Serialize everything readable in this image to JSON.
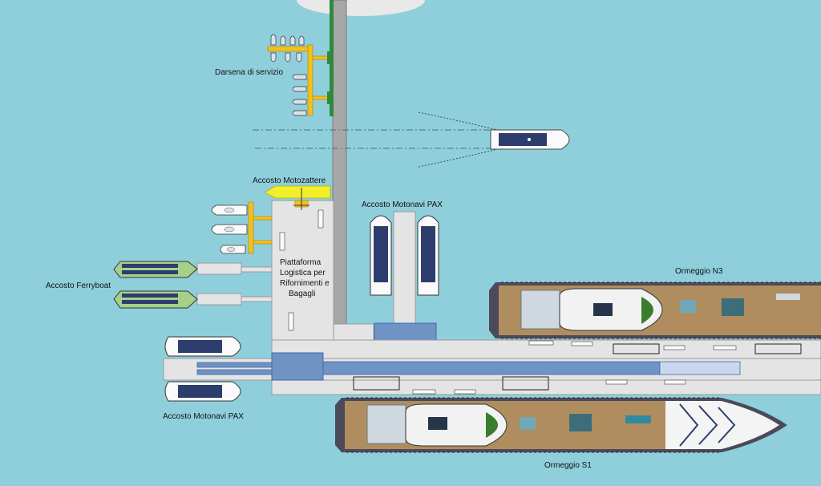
{
  "colors": {
    "water": "#8fcfdc",
    "pier": "#e4e4e4",
    "pier_edge": "#9a9a9a",
    "walkway": "#6f93c4",
    "walkway_dark": "#3f6aa6",
    "pontoon": "#f2c21b",
    "green": "#2f8a3c",
    "deck": "#b08d5e",
    "ship_hull": "#4a4a5a",
    "ferry_green": "#a6d08a",
    "solar": "#2d3e6e"
  },
  "labels": {
    "darsena": "Darsena di servizio",
    "motozattere": "Accosto Motozattere",
    "motonavi_top": "Accosto Motonavi PAX",
    "piattaforma": [
      "Piattaforma",
      "Logistica per",
      "Rifornimenti e",
      "Bagagli"
    ],
    "ferryboat": "Accosto Ferryboat",
    "ormeggio_n3": "Ormeggio N3",
    "motonavi_bottom": "Accosto Motonavi PAX",
    "ormeggio_s1": "Ormeggio S1"
  }
}
